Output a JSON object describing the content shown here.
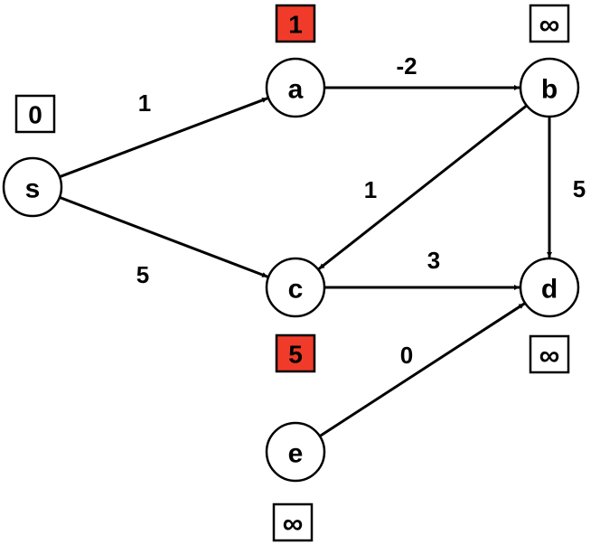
{
  "nodes": [
    {
      "id": "s",
      "label": "s",
      "distance": "0",
      "highlighted": false
    },
    {
      "id": "a",
      "label": "a",
      "distance": "1",
      "highlighted": true
    },
    {
      "id": "b",
      "label": "b",
      "distance": "∞",
      "highlighted": false
    },
    {
      "id": "c",
      "label": "c",
      "distance": "5",
      "highlighted": true
    },
    {
      "id": "d",
      "label": "d",
      "distance": "∞",
      "highlighted": false
    },
    {
      "id": "e",
      "label": "e",
      "distance": "∞",
      "highlighted": false
    }
  ],
  "edges": [
    {
      "from": "s",
      "to": "a",
      "weight": "1"
    },
    {
      "from": "s",
      "to": "c",
      "weight": "5"
    },
    {
      "from": "a",
      "to": "b",
      "weight": "-2"
    },
    {
      "from": "b",
      "to": "c",
      "weight": "1"
    },
    {
      "from": "b",
      "to": "d",
      "weight": "5"
    },
    {
      "from": "c",
      "to": "d",
      "weight": "3"
    },
    {
      "from": "e",
      "to": "d",
      "weight": "0"
    }
  ],
  "colors": {
    "highlight": "#f03b2b",
    "stroke": "#000000",
    "background": "#ffffff"
  }
}
